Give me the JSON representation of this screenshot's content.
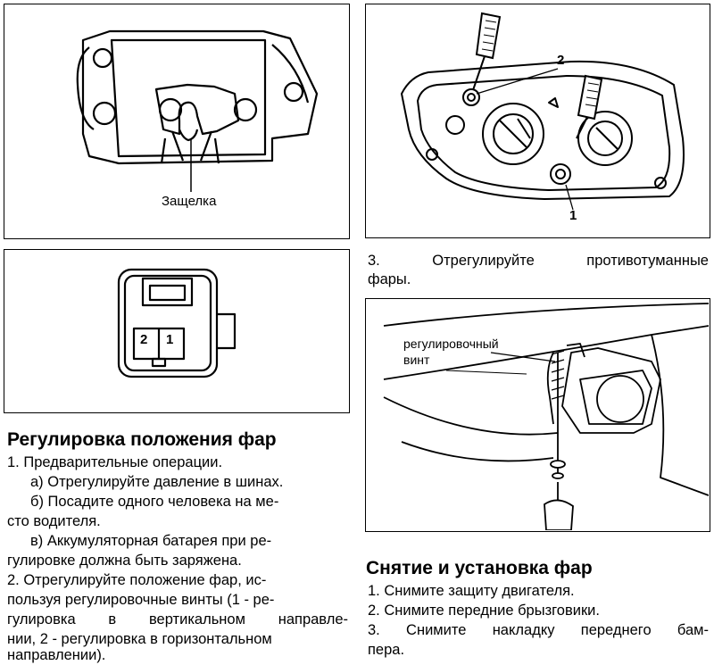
{
  "fig_latch": {
    "label": "Защелка"
  },
  "fig_connector": {
    "pin_2": "2",
    "pin_1": "1"
  },
  "fig_headlight": {
    "callout_2": "2",
    "callout_1": "1"
  },
  "fig_fog": {
    "label_line1": "регулировочный",
    "label_line2": "винт"
  },
  "left_section": {
    "heading": "Регулировка положения фар",
    "lines": [
      "1. Предварительные операции.",
      "а) Отрегулируйте давление в шинах.",
      "б) Посадите одного человека на ме-",
      "сто водителя.",
      "в) Аккумуляторная батарея при ре-",
      "гулировке должна быть заряжена.",
      "2. Отрегулируйте положение фар, ис-",
      "пользуя регулировочные винты (1 - ре-",
      "гулировка в вертикальном направле-",
      "нии, 2 - регулировка в горизонтальном",
      "направлении)."
    ]
  },
  "right_top": {
    "lines": [
      "3. Отрегулируйте противотуманные",
      "фары."
    ]
  },
  "right_section": {
    "heading": "Снятие и установка фар",
    "lines": [
      "1. Снимите защиту двигателя.",
      "2. Снимите передние брызговики.",
      "3. Снимите накладку переднего бам-",
      "пера."
    ]
  }
}
